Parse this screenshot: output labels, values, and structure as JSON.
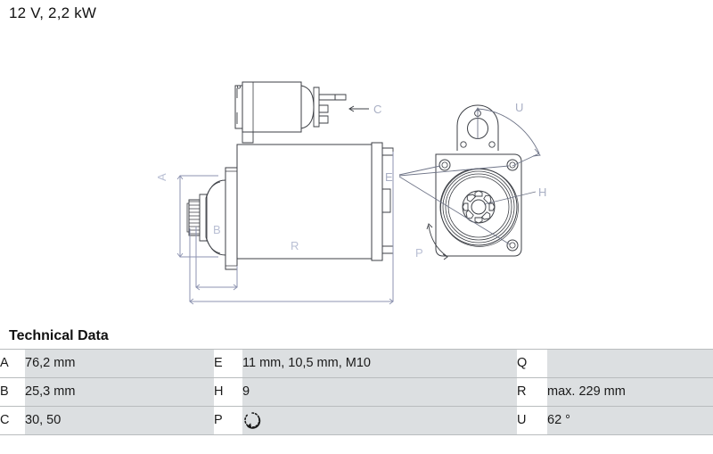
{
  "page": {
    "title": "12 V, 2,2 kW"
  },
  "drawing": {
    "labels": {
      "a": "A",
      "b": "B",
      "c": "C",
      "e": "E",
      "h": "H",
      "p": "P",
      "r": "R",
      "u": "U"
    },
    "colors": {
      "outline": "#3c3f45",
      "dimension": "#8d93b0",
      "leader": "#6f7588",
      "label": "#b9bfd4"
    }
  },
  "tech": {
    "heading": "Technical Data",
    "rows": [
      {
        "k1": "A",
        "v1": "76,2 mm",
        "k2": "E",
        "v2": "11 mm, 10,5 mm, M10",
        "k3": "Q",
        "v3": ""
      },
      {
        "k1": "B",
        "v1": "25,3 mm",
        "k2": "H",
        "v2": "9",
        "k3": "R",
        "v3": "max. 229 mm"
      },
      {
        "k1": "C",
        "v1": "30, 50",
        "k2": "P",
        "v2": "",
        "k3": "U",
        "v3": "62 °"
      }
    ],
    "p_icon": "rotation-clockwise-icon"
  }
}
